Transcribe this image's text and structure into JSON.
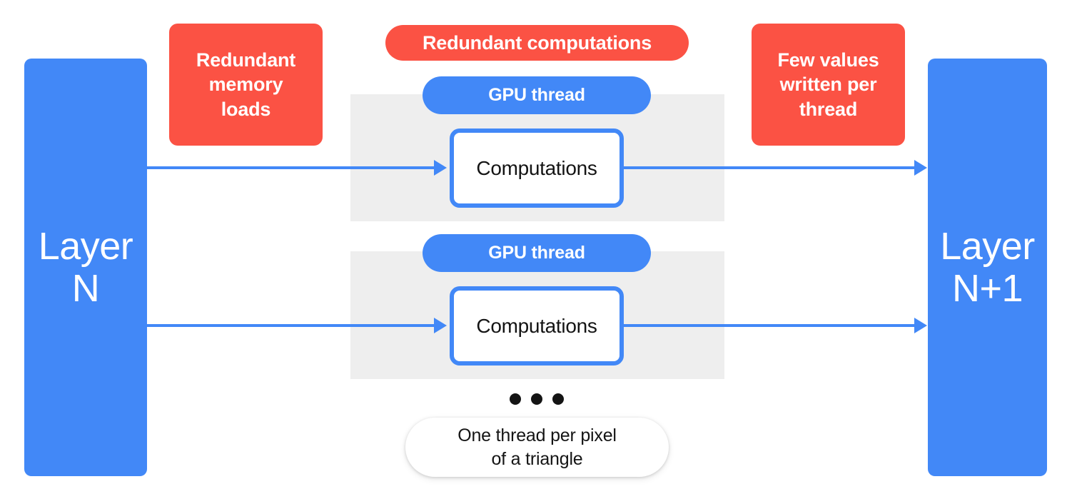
{
  "diagram": {
    "title": "GPU thread redundancy in per-pixel layer computation",
    "colors": {
      "blue": "#4288f7",
      "red": "#fb5244",
      "band_gray": "#eeeeee",
      "text_dark": "#141414",
      "text_light": "#ffffff",
      "background": "#ffffff"
    }
  },
  "layers": {
    "input": {
      "label": "Layer\nN",
      "line1": "Layer",
      "line2": "N"
    },
    "output": {
      "label": "Layer\nN+1",
      "line1": "Layer",
      "line2": "N+1"
    }
  },
  "annotations": {
    "memory_loads": {
      "line1": "Redundant",
      "line2": "memory",
      "line3": "loads"
    },
    "redundant_computations": {
      "label": "Redundant computations"
    },
    "few_values": {
      "line1": "Few values",
      "line2": "written per",
      "line3": "thread"
    }
  },
  "threads": [
    {
      "pill_label": "GPU thread",
      "box_label": "Computations"
    },
    {
      "pill_label": "GPU thread",
      "box_label": "Computations"
    }
  ],
  "ellipsis": {
    "dot_count": 3
  },
  "caption": {
    "line1": "One thread per pixel",
    "line2": "of a triangle"
  }
}
